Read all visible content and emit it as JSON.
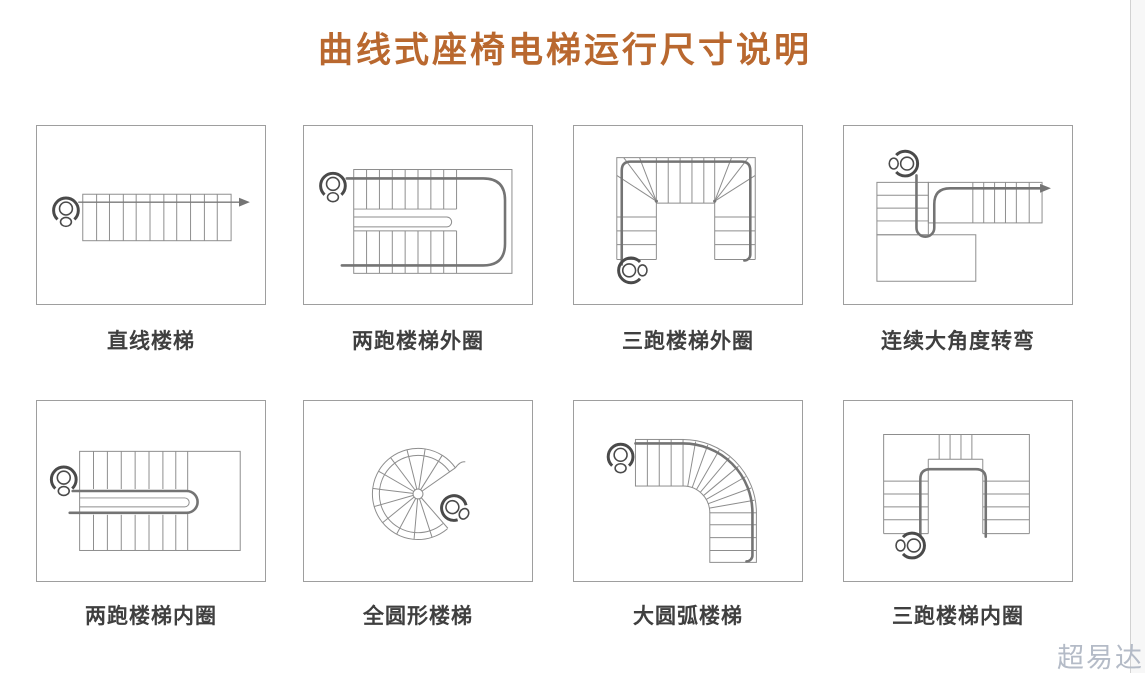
{
  "page": {
    "title": "曲线式座椅电梯运行尺寸说明",
    "watermark": "超易达",
    "colors": {
      "title": "#b9682f",
      "caption": "#3f3f3f",
      "diagram_line": "#8d8d8d",
      "route_line": "#747474",
      "watermark": "#b4bbc7"
    }
  },
  "icons": {
    "stairlift_chair_icon": "top-view seated stairlift chair (ring + head + footrest)"
  },
  "panels": [
    {
      "id": "straight-stair",
      "label": "直线楼梯"
    },
    {
      "id": "two-run-outer",
      "label": "两跑楼梯外圈"
    },
    {
      "id": "three-run-outer",
      "label": "三跑楼梯外圈"
    },
    {
      "id": "continuous-turn",
      "label": "连续大角度转弯"
    },
    {
      "id": "two-run-inner",
      "label": "两跑楼梯内圈"
    },
    {
      "id": "full-circle",
      "label": "全圆形楼梯"
    },
    {
      "id": "large-arc",
      "label": "大圆弧楼梯"
    },
    {
      "id": "three-run-inner",
      "label": "三跑楼梯内圈"
    }
  ]
}
